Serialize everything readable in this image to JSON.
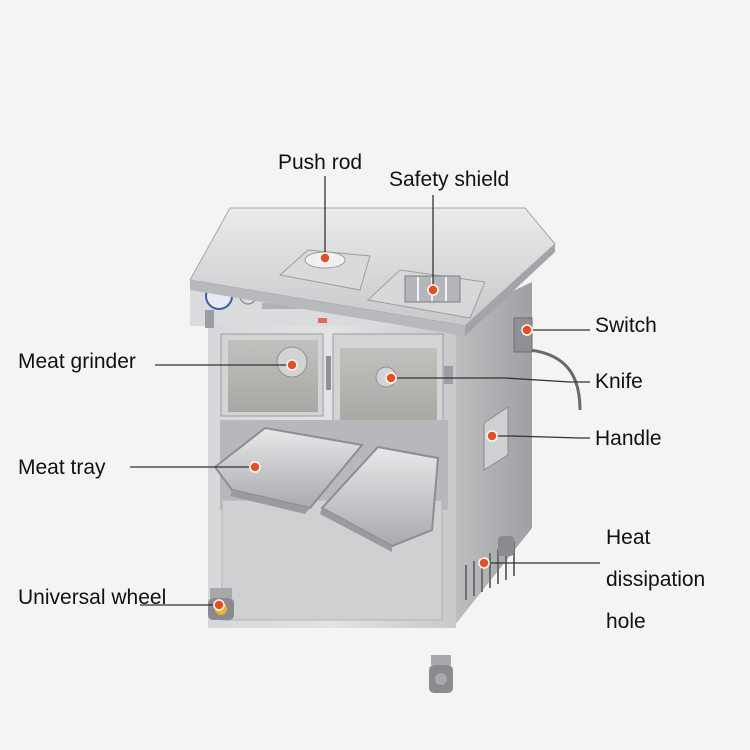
{
  "labels": {
    "push_rod": "Push rod",
    "safety_shield": "Safety shield",
    "switch": "Switch",
    "meat_grinder": "Meat grinder",
    "knife": "Knife",
    "handle": "Handle",
    "meat_tray": "Meat tray",
    "heat_line1": "Heat",
    "heat_line2": "dissipation",
    "heat_line3": "hole",
    "universal_wheel": "Universal wheel"
  },
  "colors": {
    "background": "#f4f4f4",
    "marker": "#ee4b1e",
    "steel": "#c9cacc"
  }
}
